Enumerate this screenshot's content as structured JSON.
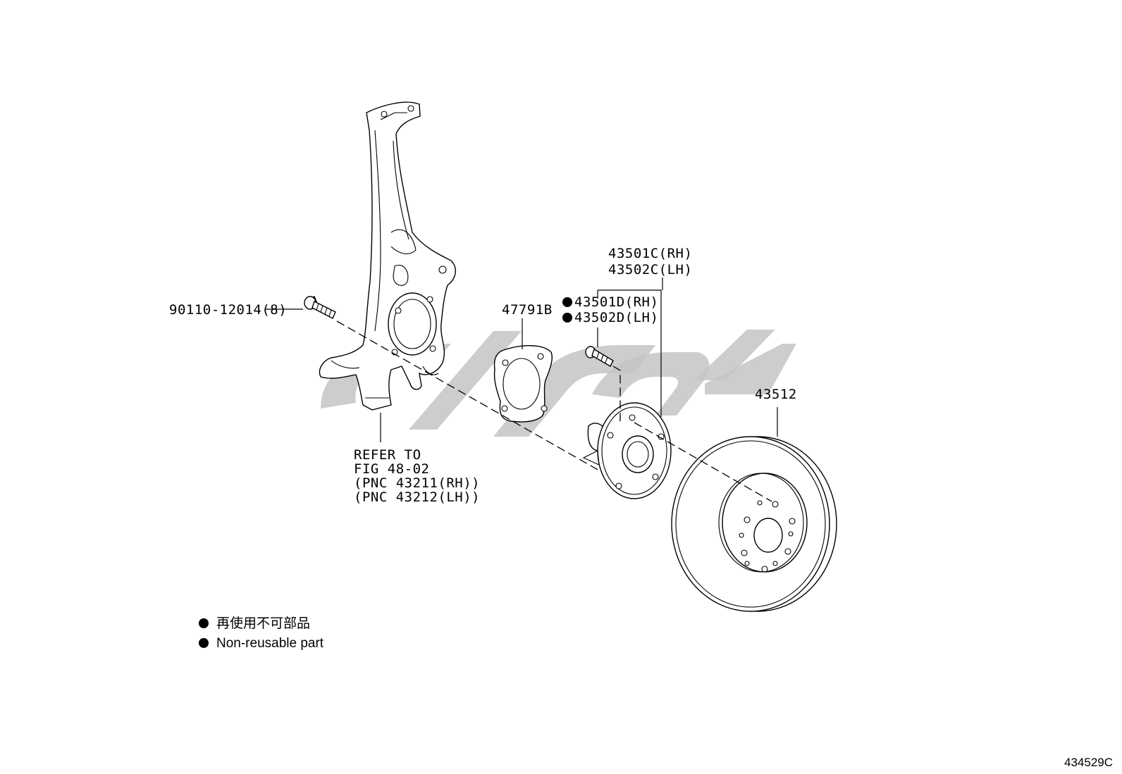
{
  "figure_id": "434529C",
  "colors": {
    "line": "#000000",
    "watermark": "#c4c4c4",
    "background": "#ffffff"
  },
  "callouts": {
    "bolt": "90110-12014(8)",
    "gasket": "47791B",
    "hub_rh": "43501C(RH)",
    "hub_lh": "43502C(LH)",
    "hub_bolt_rh": "43501D(RH)",
    "hub_bolt_lh": "43502D(LH)",
    "disc": "43512",
    "refer_lines": [
      "REFER TO",
      "FIG 48-02",
      "(PNC 43211(RH))",
      "(PNC 43212(LH))"
    ]
  },
  "legend": [
    {
      "marker": "●",
      "text": "再使用不可部品"
    },
    {
      "marker": "●",
      "text": "Non-reusable part"
    }
  ],
  "icons": {
    "non_reusable_marker": "filled-circle-icon"
  }
}
